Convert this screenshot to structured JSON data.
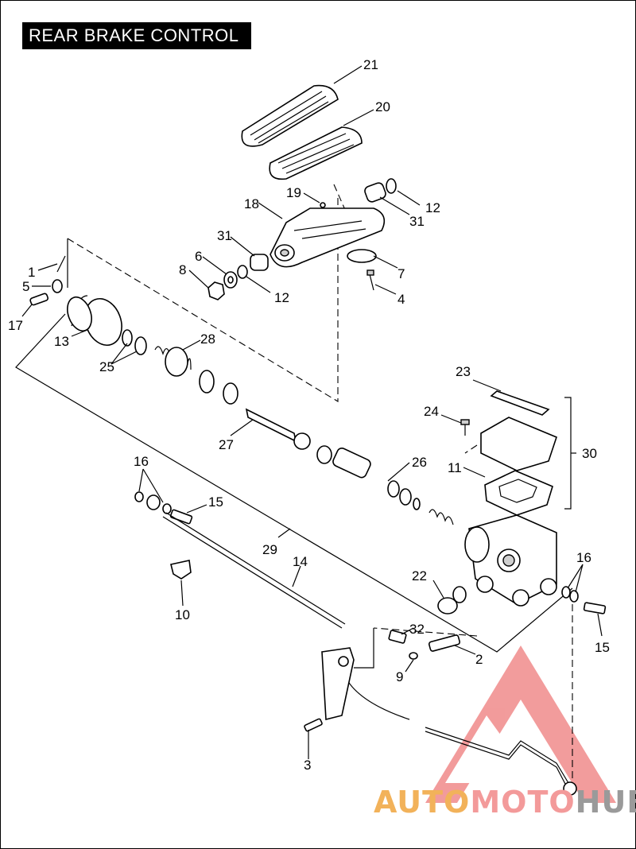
{
  "title": "REAR BRAKE CONTROL",
  "watermark": {
    "part1": "AUTO",
    "part2": "MOTO",
    "part3": "HUB"
  },
  "callouts": [
    "21",
    "20",
    "19",
    "12",
    "31",
    "18",
    "31",
    "6",
    "8",
    "12",
    "7",
    "4",
    "1",
    "5",
    "17",
    "13",
    "25",
    "28",
    "27",
    "26",
    "23",
    "24",
    "30",
    "11",
    "16",
    "15",
    "29",
    "14",
    "22",
    "16",
    "10",
    "32",
    "2",
    "15",
    "9",
    "3"
  ]
}
